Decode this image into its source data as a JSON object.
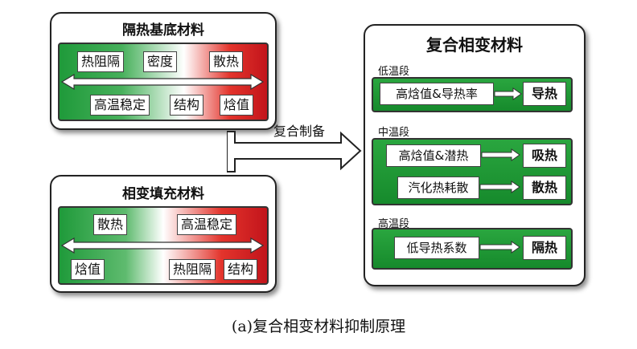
{
  "top_panel": {
    "title": "隔热基底材料",
    "labels": {
      "a": "热阻隔",
      "b": "密度",
      "c": "散热",
      "d": "高温稳定",
      "e": "结构",
      "f": "焓值"
    }
  },
  "bottom_panel": {
    "title": "相变填充材料",
    "labels": {
      "a": "散热",
      "b": "高温稳定",
      "c": "焓值",
      "d": "热阻隔",
      "e": "结构"
    }
  },
  "connector": {
    "label": "复合制备"
  },
  "composite": {
    "title": "复合相变材料",
    "low": {
      "label": "低温段",
      "items": [
        {
          "text": "高焓值&导热率",
          "result": "导热"
        }
      ]
    },
    "mid": {
      "label": "中温段",
      "items": [
        {
          "text": "高焓值&潜热",
          "result": "吸热"
        },
        {
          "text": "汽化热耗散",
          "result": "散热"
        }
      ]
    },
    "high": {
      "label": "高温段",
      "items": [
        {
          "text": "低导热系数",
          "result": "隔热"
        }
      ]
    }
  },
  "caption": "(a)复合相变材料抑制原理",
  "colors": {
    "green": "#1f9a3a",
    "red": "#c2141b"
  }
}
